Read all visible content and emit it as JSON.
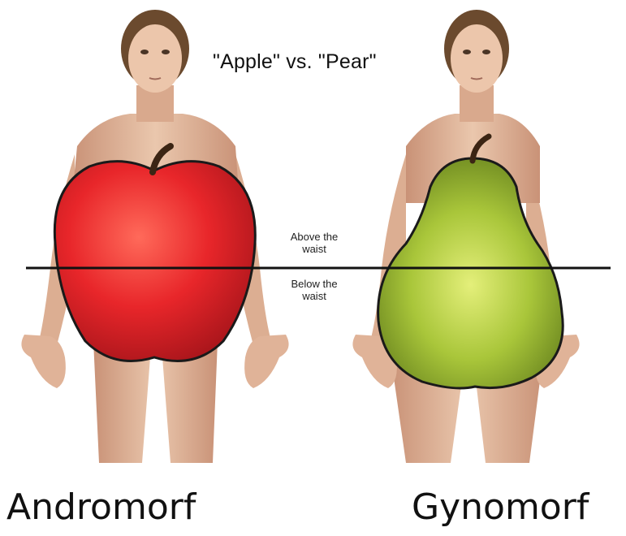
{
  "title": "\"Apple\" vs. \"Pear\"",
  "waist": {
    "above_line1": "Above the",
    "above_line2": "waist",
    "below_line1": "Below the",
    "below_line2": "waist"
  },
  "captions": {
    "left": "Andromorf",
    "right": "Gynomorf"
  },
  "colors": {
    "apple": "#e8262a",
    "pear": "#a9c63a",
    "skin": "#e5bba0",
    "hair": "#6b4a2e",
    "waistline": "#111111"
  }
}
